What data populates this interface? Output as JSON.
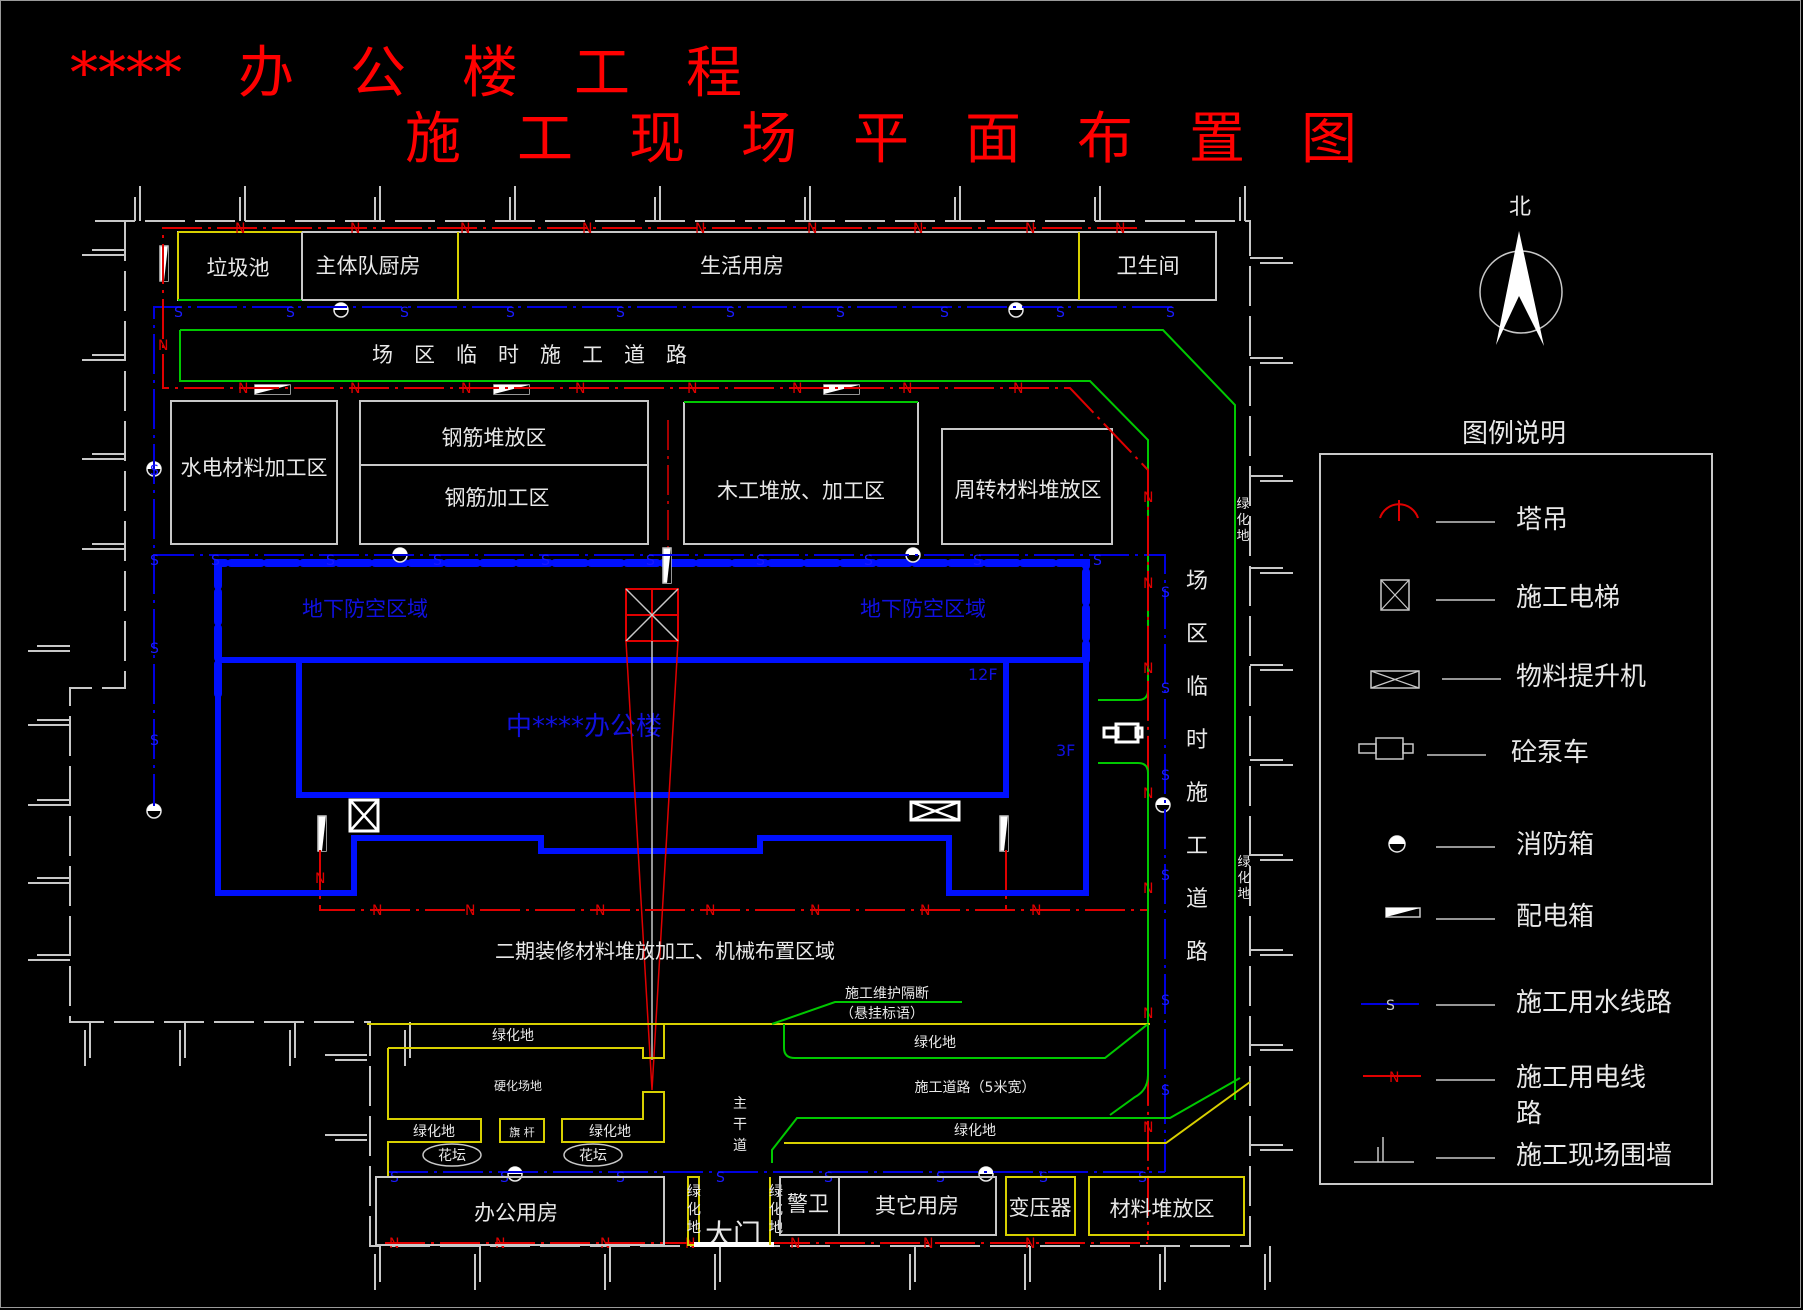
{
  "title": {
    "line1": "****　办　公　楼　工　程",
    "line2": "施　工　现　场　平　面　布　置　图"
  },
  "compass": {
    "label": "北"
  },
  "legend": {
    "heading": "图例说明",
    "items": [
      {
        "icon": "tower-crane-icon",
        "label": "塔吊"
      },
      {
        "icon": "construction-elevator-icon",
        "label": "施工电梯"
      },
      {
        "icon": "material-hoist-icon",
        "label": "物料提升机"
      },
      {
        "icon": "concrete-pump-truck-icon",
        "label": "砼泵车"
      },
      {
        "icon": "fire-box-icon",
        "label": "消防箱"
      },
      {
        "icon": "distribution-box-icon",
        "label": "配电箱"
      },
      {
        "icon": "water-line-icon",
        "label": "施工用水线路",
        "marker": "S"
      },
      {
        "icon": "power-line-icon",
        "label": "施工用电线",
        "label2": "路",
        "marker": "N"
      },
      {
        "icon": "site-wall-icon",
        "label": "施工现场围墙"
      }
    ]
  },
  "areas": {
    "garbage_pool": "垃圾池",
    "kitchen": "主体队厨房",
    "living_quarters": "生活用房",
    "toilet": "卫生间",
    "temp_road_top": "场　区　临　时　施　工　道　路",
    "hydro_processing": "水电材料加工区",
    "rebar_storage": "钢筋堆放区",
    "rebar_processing": "钢筋加工区",
    "carpentry": "木工堆放、加工区",
    "turnover_storage": "周转材料堆放区",
    "temp_road_right": [
      "场",
      "区",
      "临",
      "时",
      "施",
      "工",
      "道",
      "路"
    ],
    "green_right_1": [
      "绿",
      "化",
      "地"
    ],
    "green_right_2": [
      "绿",
      "化",
      "地"
    ],
    "air_defense_left": "地下防空区域",
    "air_defense_right": "地下防空区域",
    "office_building": "中****办公楼",
    "floors_12": "12F",
    "floors_3": "3F",
    "phase2_area": "二期装修材料堆放加工、机械布置区域",
    "maintenance_partition_1": "施工维护隔断",
    "maintenance_partition_2": "（悬挂标语）",
    "green_mid": "绿化地",
    "construction_road": "施工道路（5米宽）",
    "green_lower": "绿化地",
    "green_top_left": "绿化地",
    "hardened_yard": "硬化场地",
    "green_left_small": "绿化地",
    "flagpole": "旗 杆",
    "green_right_small": "绿化地",
    "flower_bed_1": "花坛",
    "flower_bed_2": "花坛",
    "main_road": [
      "主",
      "干",
      "道"
    ],
    "office_rooms": "办公用房",
    "green_gate_left": [
      "绿",
      "化",
      "地"
    ],
    "green_gate_right": [
      "绿",
      "化",
      "地"
    ],
    "main_gate": "大门",
    "guard": "警卫",
    "other_rooms": "其它用房",
    "transformer": "变压器",
    "material_storage": "材料堆放区"
  },
  "line_markers": {
    "water": "S",
    "power": "N"
  },
  "colors": {
    "title": "#ff0000",
    "water_line": "#0000e0",
    "power_line": "#e00000",
    "green_boundary": "#00c800",
    "yellow_boundary": "#d8d000",
    "building": "#0010ff",
    "background": "#000000"
  }
}
